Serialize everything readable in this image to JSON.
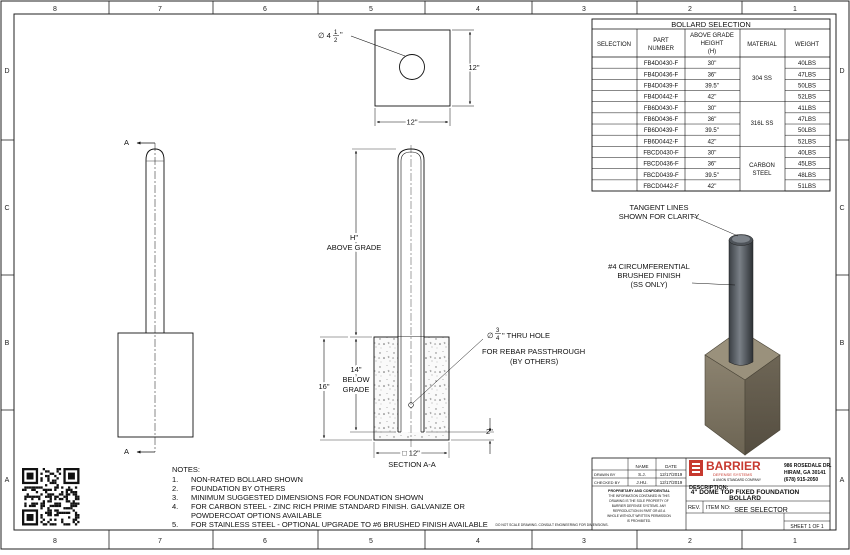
{
  "border": {
    "cols": [
      "8",
      "7",
      "6",
      "5",
      "4",
      "3",
      "2",
      "1"
    ],
    "rows": [
      "D",
      "C",
      "B",
      "A"
    ]
  },
  "plan_view": {
    "hole_label": "∅ 4",
    "hole_frac_num": "1",
    "hole_frac_den": "2",
    "hole_inch": "\"",
    "width": "12\"",
    "height": "12\""
  },
  "elevation": {
    "section_letter_top": "A",
    "section_letter_bottom": "A"
  },
  "section": {
    "height_label": "H\"",
    "above_grade": "ABOVE GRADE",
    "below_grade_1": "14\"",
    "below_grade_2": "BELOW",
    "below_grade_3": "GRADE",
    "footing_depth": "16\"",
    "base_gap": "2\"",
    "footing_width": "□ 12\"",
    "section_title": "SECTION A-A",
    "thru_hole_prefix": "∅",
    "thru_hole_num": "3",
    "thru_hole_den": "4",
    "thru_hole_suffix": "\" THRU HOLE",
    "rebar_line1": "FOR REBAR PASSTHROUGH",
    "rebar_line2": "(BY OTHERS)"
  },
  "iso_view": {
    "note1_line1": "TANGENT LINES",
    "note1_line2": "SHOWN FOR CLARITY",
    "note2_line1": "#4 CIRCUMFERENTIAL",
    "note2_line2": "BRUSHED FINISH",
    "note2_line3": "(SS ONLY)"
  },
  "bollard_table": {
    "title": "BOLLARD SELECTION",
    "headers": {
      "selection": "SELECTION",
      "part_1": "PART",
      "part_2": "NUMBER",
      "height_1": "ABOVE GRADE",
      "height_2": "HEIGHT",
      "height_3": "(H)",
      "material": "MATERIAL",
      "weight": "WEIGHT"
    },
    "rows": [
      {
        "part": "FB4D0430-F",
        "height": "30\"",
        "weight": "40LBS"
      },
      {
        "part": "FB4D0436-F",
        "height": "36\"",
        "weight": "47LBS"
      },
      {
        "part": "FB4D0439-F",
        "height": "39.5\"",
        "weight": "50LBS"
      },
      {
        "part": "FB4D0442-F",
        "height": "42\"",
        "weight": "52LBS"
      },
      {
        "part": "FB6D0430-F",
        "height": "30\"",
        "weight": "41LBS"
      },
      {
        "part": "FB6D0436-F",
        "height": "36\"",
        "weight": "47LBS"
      },
      {
        "part": "FB6D0439-F",
        "height": "39.5\"",
        "weight": "50LBS"
      },
      {
        "part": "FB6D0442-F",
        "height": "42\"",
        "weight": "52LBS"
      },
      {
        "part": "FBCD0430-F",
        "height": "30\"",
        "weight": "40LBS"
      },
      {
        "part": "FBCD0436-F",
        "height": "36\"",
        "weight": "45LBS"
      },
      {
        "part": "FBCD0439-F",
        "height": "39.5\"",
        "weight": "48LBS"
      },
      {
        "part": "FBCD0442-F",
        "height": "42\"",
        "weight": "51LBS"
      }
    ],
    "materials": [
      "304 SS",
      "316L SS",
      "CARBON",
      "STEEL"
    ]
  },
  "notes": {
    "title": "NOTES:",
    "items": [
      {
        "n": "1.",
        "text": "NON-RATED BOLLARD SHOWN"
      },
      {
        "n": "2.",
        "text": "FOUNDATION BY OTHERS"
      },
      {
        "n": "3.",
        "text": "MINIMUM SUGGESTED DIMENSIONS FOR FOUNDATION SHOWN"
      },
      {
        "n": "4.",
        "text": "FOR CARBON STEEL - ZINC RICH PRIME STANDARD FINISH. GALVANIZE OR"
      },
      {
        "n": "",
        "text": "POWDERCOAT OPTIONS AVAILABLE"
      },
      {
        "n": "5.",
        "text": "FOR STAINLESS STEEL - OPTIONAL UPGRADE TO #6 BRUSHED FINISH AVAILABLE"
      }
    ]
  },
  "title_block": {
    "col_name": "NAME",
    "col_date": "DATE",
    "drawn_by_label": "DRAWN BY",
    "drawn_by_name": "S.J.",
    "drawn_by_date": "12/17/2019",
    "checked_by_label": "CHECKED BY",
    "checked_by_name": "J.HU.",
    "checked_by_date": "12/17/2019",
    "brand": "BARRIER",
    "brand_sub": "DEFENSE SYSTEMS",
    "brand_tag": "A UNION STANDARD COMPANY",
    "address_1": "986 ROSEDALE DR.",
    "address_2": "HIRAM, GA 30141",
    "phone": "(678) 915-2050",
    "proprietary_1": "PROPRIETARY AND CONFIDENTIAL",
    "proprietary_2": "THE INFORMATION CONTAINED IN THIS",
    "proprietary_3": "DRAWING IS THE SOLE PROPERTY OF",
    "proprietary_4": "BARRIER DEFENSE SYSTEMS. ANY",
    "proprietary_5": "REPRODUCTION IN PART OR AS A",
    "proprietary_6": "WHOLE WITHOUT WRITTEN PERMISSION",
    "proprietary_7": "IS PROHIBITED.",
    "description_label": "DESCRIPTION:",
    "description_1": "4\" DOME TOP FIXED FOUNDATION",
    "description_2": "BOLLARD",
    "rev_label": "REV.",
    "item_label": "ITEM NO:",
    "item_value": "SEE SELECTOR",
    "sheet": "SHEET 1 OF 1"
  },
  "footer_note": "DO NOT SCALE DRAWING. CONSULT ENGINEERING FOR DIMENSIONS."
}
